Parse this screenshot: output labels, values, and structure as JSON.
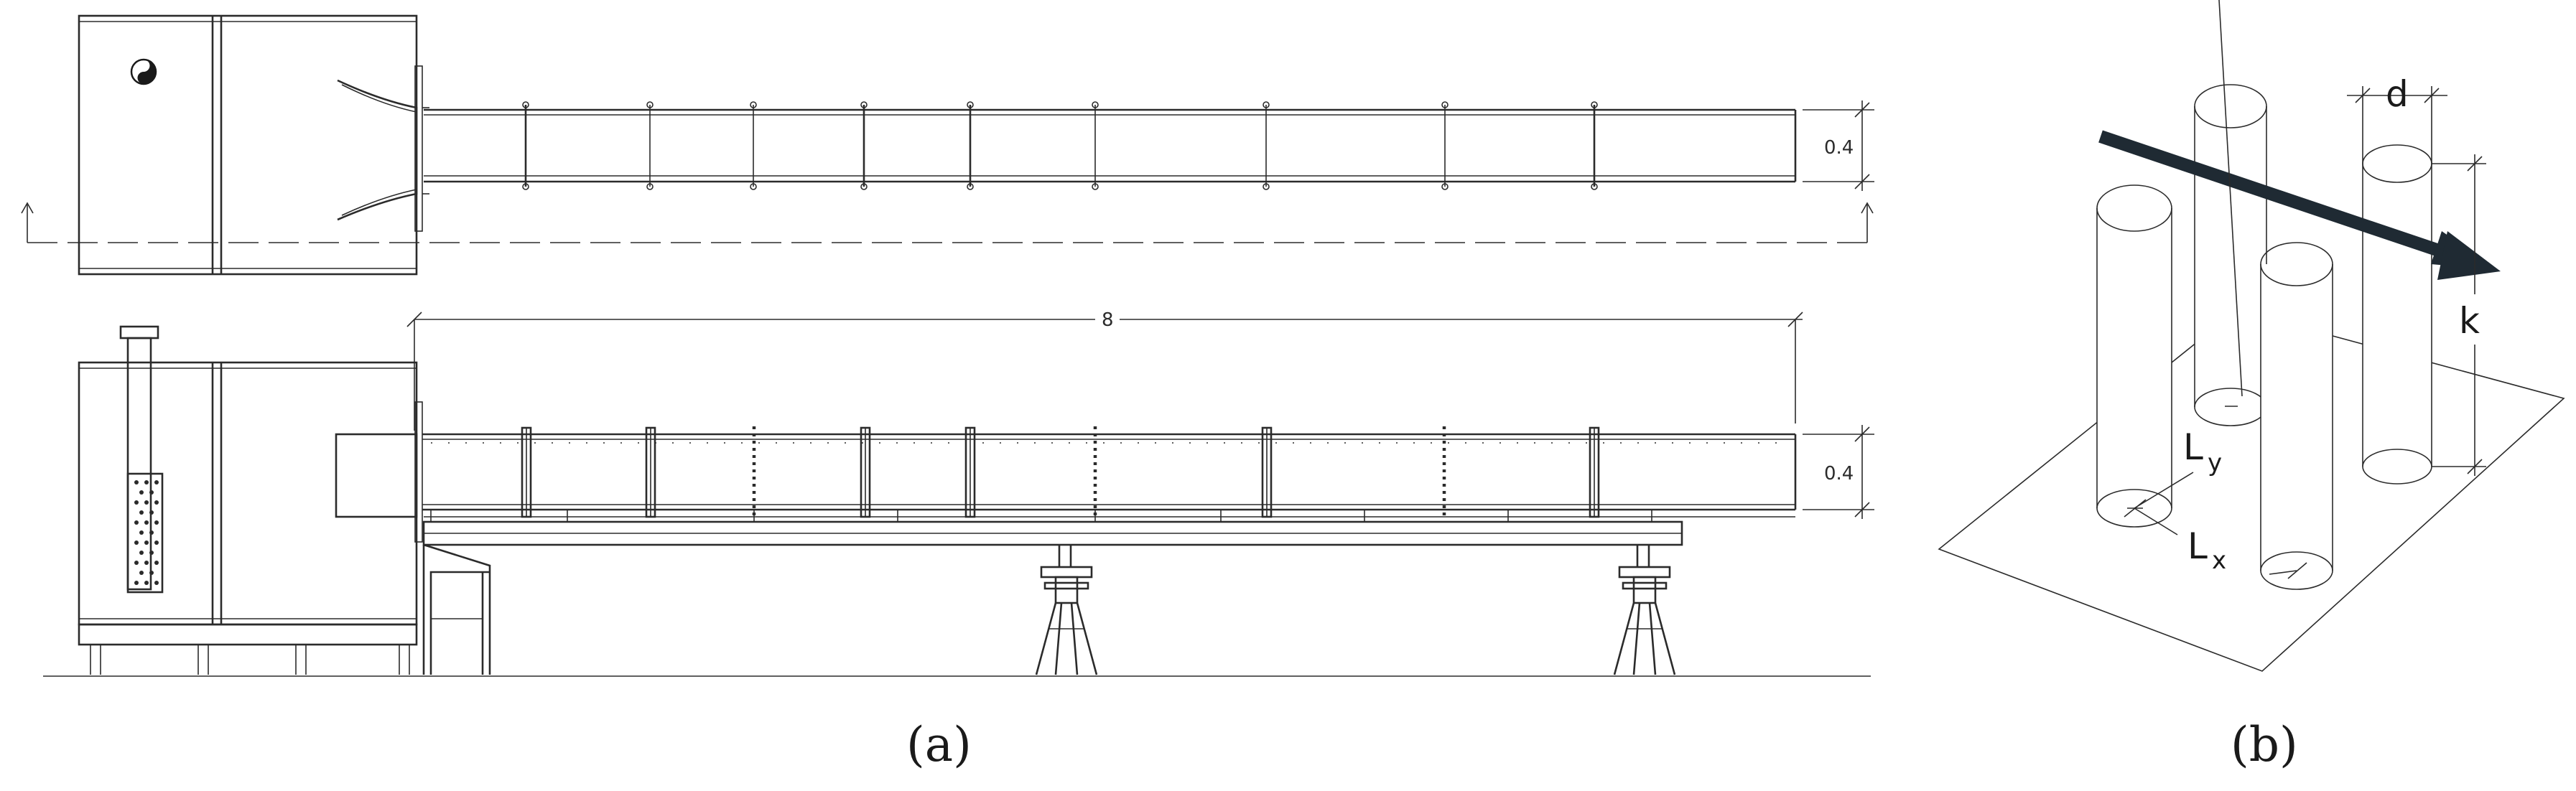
{
  "panel_a": {
    "caption": "(a)",
    "dimension_height_top": "0.4",
    "dimension_height_side": "0.4",
    "dimension_length": "8"
  },
  "panel_b": {
    "caption": "(b)",
    "label_diameter": "d",
    "label_height": "k",
    "label_spacing_y": "L",
    "label_spacing_y_sub": "y",
    "label_spacing_x": "L",
    "label_spacing_x_sub": "x"
  },
  "colors": {
    "line": "#2b2b2b",
    "arrow": "#1f2a33",
    "background": "#ffffff"
  }
}
